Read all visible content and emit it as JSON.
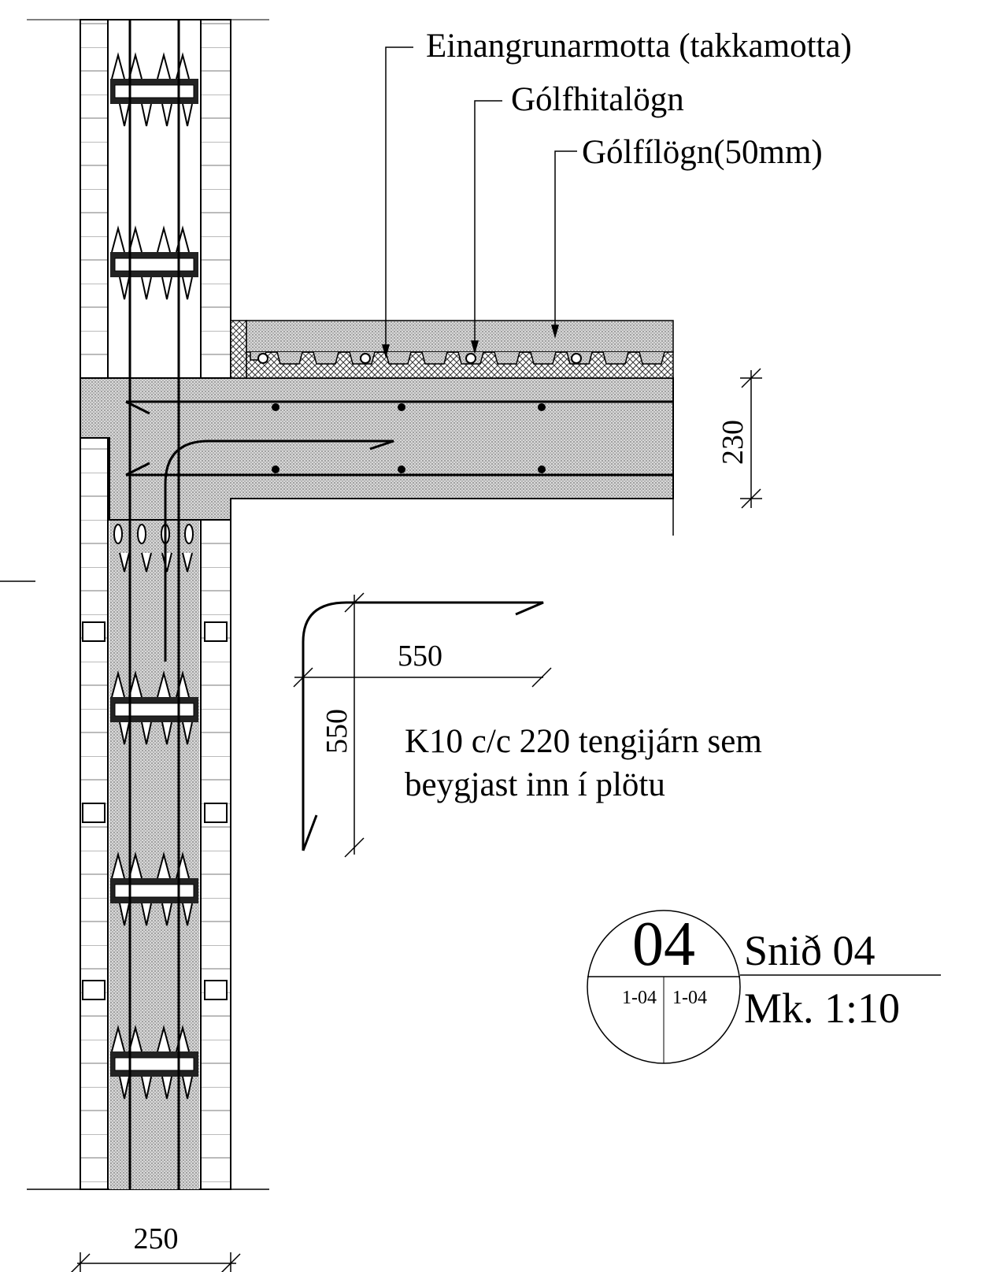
{
  "labels": {
    "insulation_mat": "Einangrunarmotta (takkamotta)",
    "floor_heating": "Gólfhitalögn",
    "floor_screed": "Gólfílögn(50mm)"
  },
  "dimensions": {
    "slab_thickness": "230",
    "bar_horizontal_leg": "550",
    "bar_vertical_leg": "550",
    "wall_thickness": "250"
  },
  "rebar_note": {
    "line1": "K10 c/c 220 tengijárn sem",
    "line2": "beygjast inn í plötu"
  },
  "section_marker": {
    "number": "04",
    "ref_left": "1-04",
    "ref_right": "1-04",
    "title": "Snið 04",
    "scale": "Mk. 1:10"
  }
}
